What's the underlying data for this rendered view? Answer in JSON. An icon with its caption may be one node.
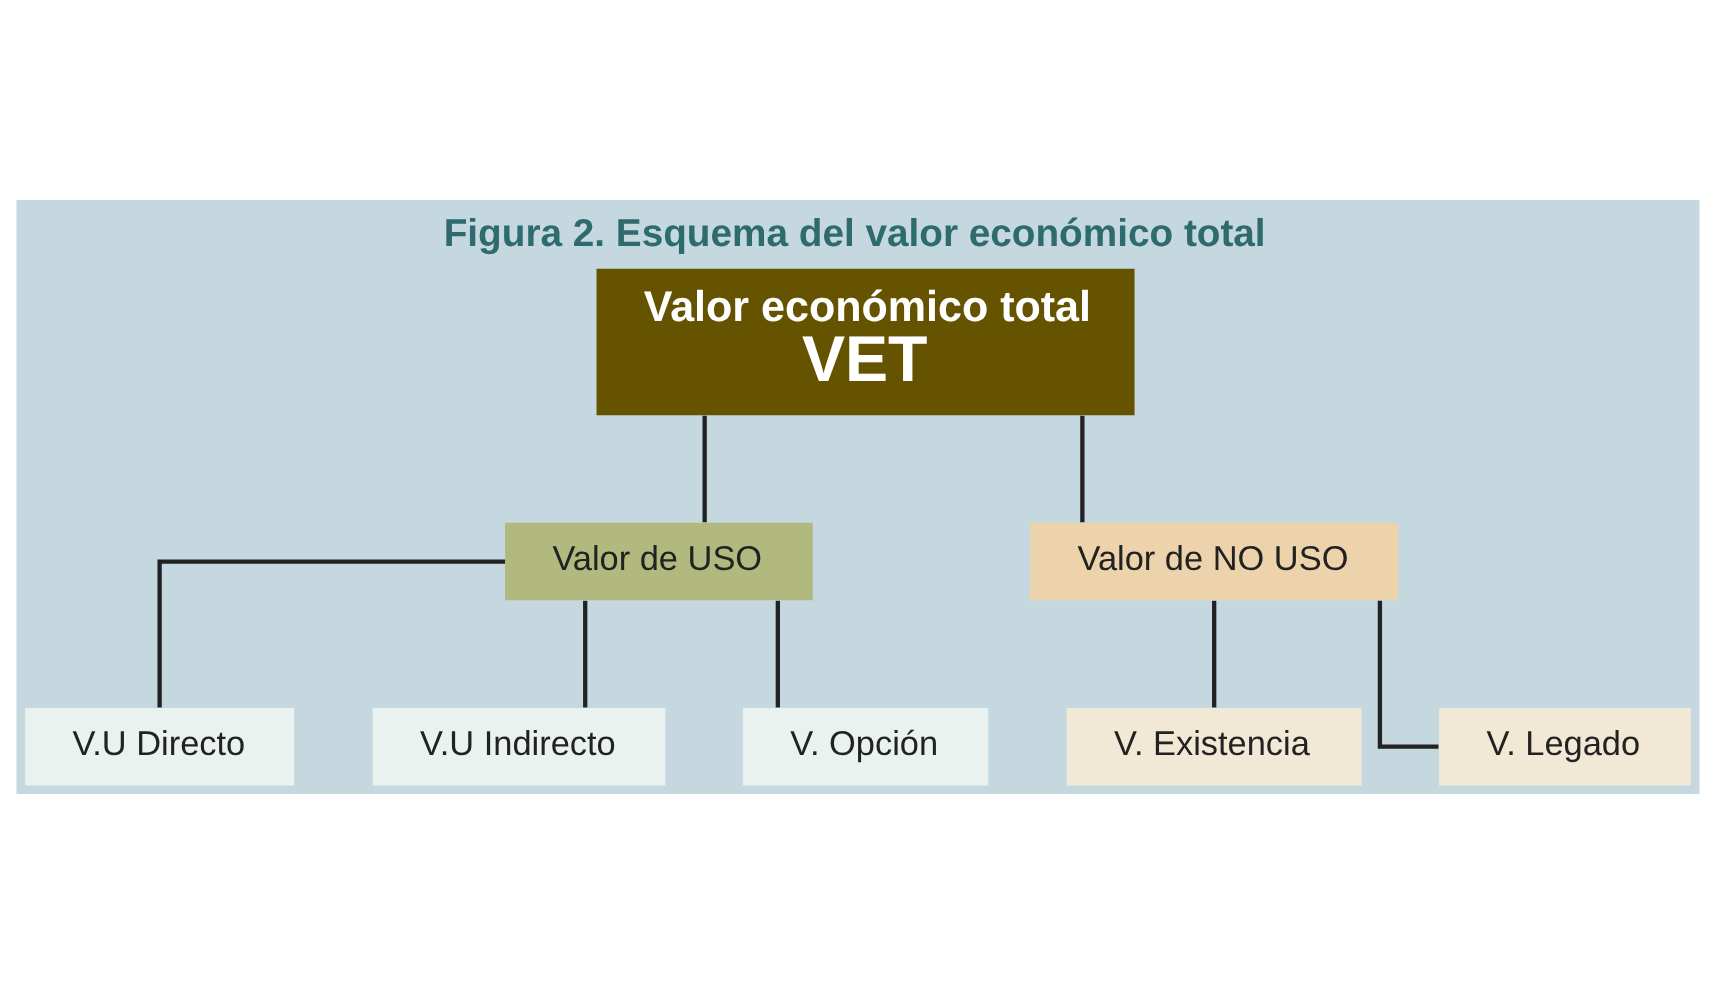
{
  "diagram": {
    "title": "Figura 2. Esquema del valor económico total",
    "nodes": [
      {
        "text": [
          "Valor económico total",
          "VET"
        ]
      },
      {
        "text": [
          "Valor de USO"
        ]
      },
      {
        "text": [
          "Valor de NO USO"
        ]
      },
      {
        "text": [
          "V.U Directo"
        ]
      },
      {
        "text": [
          "V.U Indirecto"
        ]
      },
      {
        "text": [
          "V. Opción"
        ]
      },
      {
        "text": [
          "V. Existencia"
        ]
      },
      {
        "text": [
          "V. Legado"
        ]
      }
    ],
    "edges": [
      {
        "from": 0,
        "to": 1,
        "arrow": "none"
      },
      {
        "from": 0,
        "to": 2,
        "arrow": "none"
      },
      {
        "from": 1,
        "to": 3,
        "arrow": "none"
      },
      {
        "from": 1,
        "to": 4,
        "arrow": "none"
      },
      {
        "from": 1,
        "to": 5,
        "arrow": "none"
      },
      {
        "from": 2,
        "to": 6,
        "arrow": "none"
      },
      {
        "from": 2,
        "to": 7,
        "arrow": "none"
      }
    ]
  }
}
